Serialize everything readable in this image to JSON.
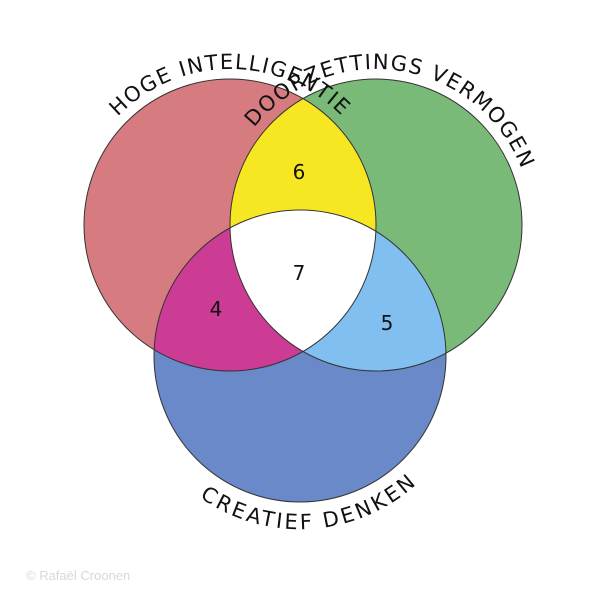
{
  "diagram": {
    "type": "venn",
    "sets": [
      {
        "key": "a",
        "label": "HOGE INTELLIGENTIE",
        "color": "#d67b80"
      },
      {
        "key": "b",
        "label": "DOORZETTINGS VERMOGEN",
        "color": "#7aba79"
      },
      {
        "key": "c",
        "label": "CREATIEF DENKEN",
        "color": "#6a89c8"
      }
    ],
    "intersections": [
      {
        "sets": [
          "a",
          "b"
        ],
        "value": "6",
        "color": "#f7e622"
      },
      {
        "sets": [
          "a",
          "c"
        ],
        "value": "4",
        "color": "#cc3b94"
      },
      {
        "sets": [
          "b",
          "c"
        ],
        "value": "5",
        "color": "#80bff0"
      },
      {
        "sets": [
          "a",
          "b",
          "c"
        ],
        "value": "7",
        "color": "#ffffff"
      }
    ],
    "outline_color": "#333333"
  },
  "credit": "© Rafaël Croonen"
}
